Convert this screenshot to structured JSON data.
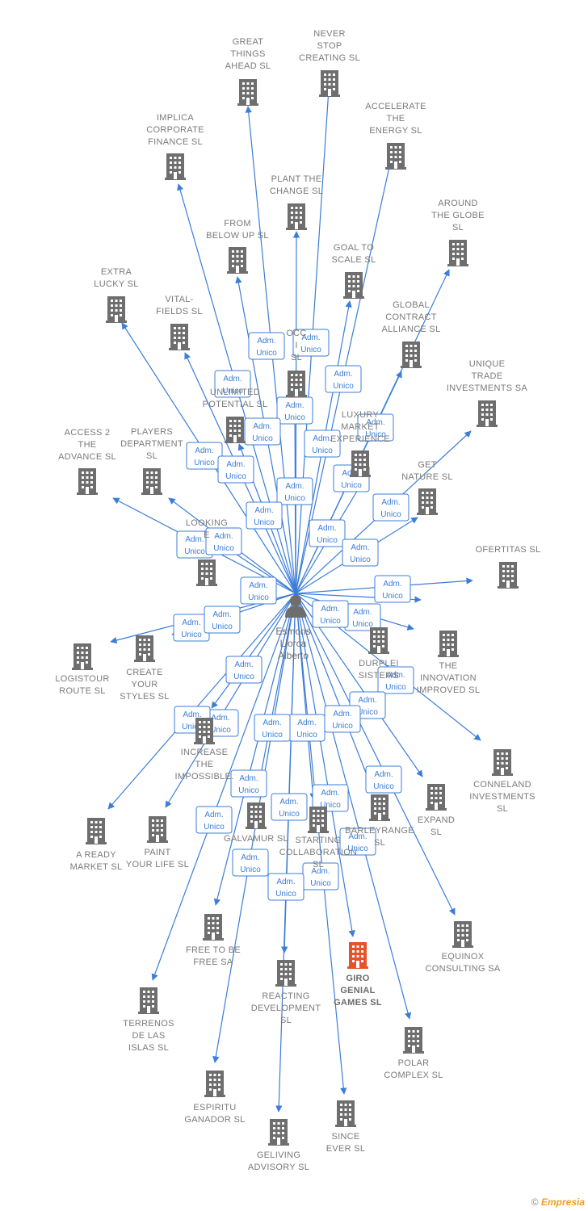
{
  "center": {
    "name_lines": [
      "Esmoris",
      "Llorca",
      "Alberto"
    ]
  },
  "edge_label": [
    "Adm.",
    "Unico"
  ],
  "colors": {
    "edge": "#3b7dd8",
    "building": "#6e6e6e",
    "highlight": "#e8522a"
  },
  "companies": [
    {
      "id": "great-things-ahead",
      "lines": [
        "GREAT",
        "THINGS",
        "AHEAD  SL"
      ]
    },
    {
      "id": "never-stop-creating",
      "lines": [
        "NEVER",
        "STOP",
        "CREATING  SL"
      ]
    },
    {
      "id": "implica-corporate-finance",
      "lines": [
        "IMPLICA",
        "CORPORATE",
        "FINANCE  SL"
      ]
    },
    {
      "id": "accelerate-the-energy",
      "lines": [
        "ACCELERATE",
        "THE",
        "ENERGY  SL"
      ]
    },
    {
      "id": "plant-the-change",
      "lines": [
        "PLANT THE",
        "CHANGE  SL"
      ]
    },
    {
      "id": "around-the-globe",
      "lines": [
        "AROUND",
        "THE GLOBE",
        "SL"
      ]
    },
    {
      "id": "from-below-up",
      "lines": [
        "FROM",
        "BELOW UP  SL"
      ]
    },
    {
      "id": "goal-to-scale",
      "lines": [
        "GOAL TO",
        "SCALE  SL"
      ]
    },
    {
      "id": "extra-lucky",
      "lines": [
        "EXTRA",
        "LUCKY  SL"
      ]
    },
    {
      "id": "vital-fields",
      "lines": [
        "VITAL-",
        "FIELDS  SL"
      ]
    },
    {
      "id": "global-contract-alliance",
      "lines": [
        "GLOBAL",
        "CONTRACT",
        "ALLIANCE  SL"
      ]
    },
    {
      "id": "occ",
      "lines": [
        "OCC",
        "I",
        "SL"
      ]
    },
    {
      "id": "unique-trade-investments",
      "lines": [
        "UNIQUE",
        "TRADE",
        "INVESTMENTS SA"
      ]
    },
    {
      "id": "unlimited-potential",
      "lines": [
        "UNLIMITED",
        "POTENTIAL  SL"
      ]
    },
    {
      "id": "luxury-market",
      "lines": [
        "LUXURY",
        "MARKET",
        "EXPERIENCE"
      ]
    },
    {
      "id": "access-2-the-advance",
      "lines": [
        "ACCESS 2",
        "THE",
        "ADVANCE  SL"
      ]
    },
    {
      "id": "players-department",
      "lines": [
        "PLAYERS",
        "DEPARTMENT",
        "SL"
      ]
    },
    {
      "id": "get-nature",
      "lines": [
        "GET",
        "NATURE  SL"
      ]
    },
    {
      "id": "looking",
      "lines": [
        "LOOKING",
        "E"
      ]
    },
    {
      "id": "ofertitas",
      "lines": [
        "OFERTITAS  SL"
      ]
    },
    {
      "id": "logistour-route",
      "lines": [
        "LOGISTOUR",
        "ROUTE  SL"
      ]
    },
    {
      "id": "create-your-styles",
      "lines": [
        "CREATE",
        "YOUR",
        "STYLES  SL"
      ]
    },
    {
      "id": "durplei-sistems",
      "lines": [
        "DURPLEI",
        "SISTEMS"
      ]
    },
    {
      "id": "the-innovation-improved",
      "lines": [
        "THE",
        "INNOVATION",
        "IMPROVED  SL"
      ]
    },
    {
      "id": "increase-the-impossible",
      "lines": [
        "INCREASE",
        "THE",
        "IMPOSSIBLE."
      ]
    },
    {
      "id": "conneland-investments",
      "lines": [
        "CONNELAND",
        "INVESTMENTS",
        "SL"
      ]
    },
    {
      "id": "a-ready-market",
      "lines": [
        "A READY",
        "MARKET  SL"
      ]
    },
    {
      "id": "paint-your-life",
      "lines": [
        "PAINT",
        "YOUR LIFE  SL"
      ]
    },
    {
      "id": "galvamur",
      "lines": [
        "GALVAMUR  SL"
      ]
    },
    {
      "id": "starting-collaboration",
      "lines": [
        "STARTING",
        "COLLABORATION",
        "SL"
      ]
    },
    {
      "id": "barleyrange",
      "lines": [
        "BARLEYRANGE",
        "SL"
      ]
    },
    {
      "id": "expand",
      "lines": [
        "EXPAND",
        "SL"
      ]
    },
    {
      "id": "free-to-be-free",
      "lines": [
        "FREE TO BE",
        "FREE SA"
      ]
    },
    {
      "id": "equinox-consulting",
      "lines": [
        "EQUINOX",
        "CONSULTING SA"
      ]
    },
    {
      "id": "giro-genial-games",
      "lines": [
        "GIRO",
        "GENIAL",
        "GAMES  SL"
      ],
      "highlight": true
    },
    {
      "id": "reacting-development",
      "lines": [
        "REACTING",
        "DEVELOPMENT",
        "SL"
      ]
    },
    {
      "id": "terrenos-de-las-islas",
      "lines": [
        "TERRENOS",
        "DE LAS",
        "ISLAS  SL"
      ]
    },
    {
      "id": "polar-complex",
      "lines": [
        "POLAR",
        "COMPLEX  SL"
      ]
    },
    {
      "id": "espiritu-ganador",
      "lines": [
        "ESPIRITU",
        "GANADOR SL"
      ]
    },
    {
      "id": "since-ever",
      "lines": [
        "SINCE",
        "EVER  SL"
      ]
    },
    {
      "id": "geliving-advisory",
      "lines": [
        "GELIVING",
        "ADVISORY  SL"
      ]
    }
  ],
  "brand": {
    "copyright": "©",
    "name": "Empresia"
  }
}
